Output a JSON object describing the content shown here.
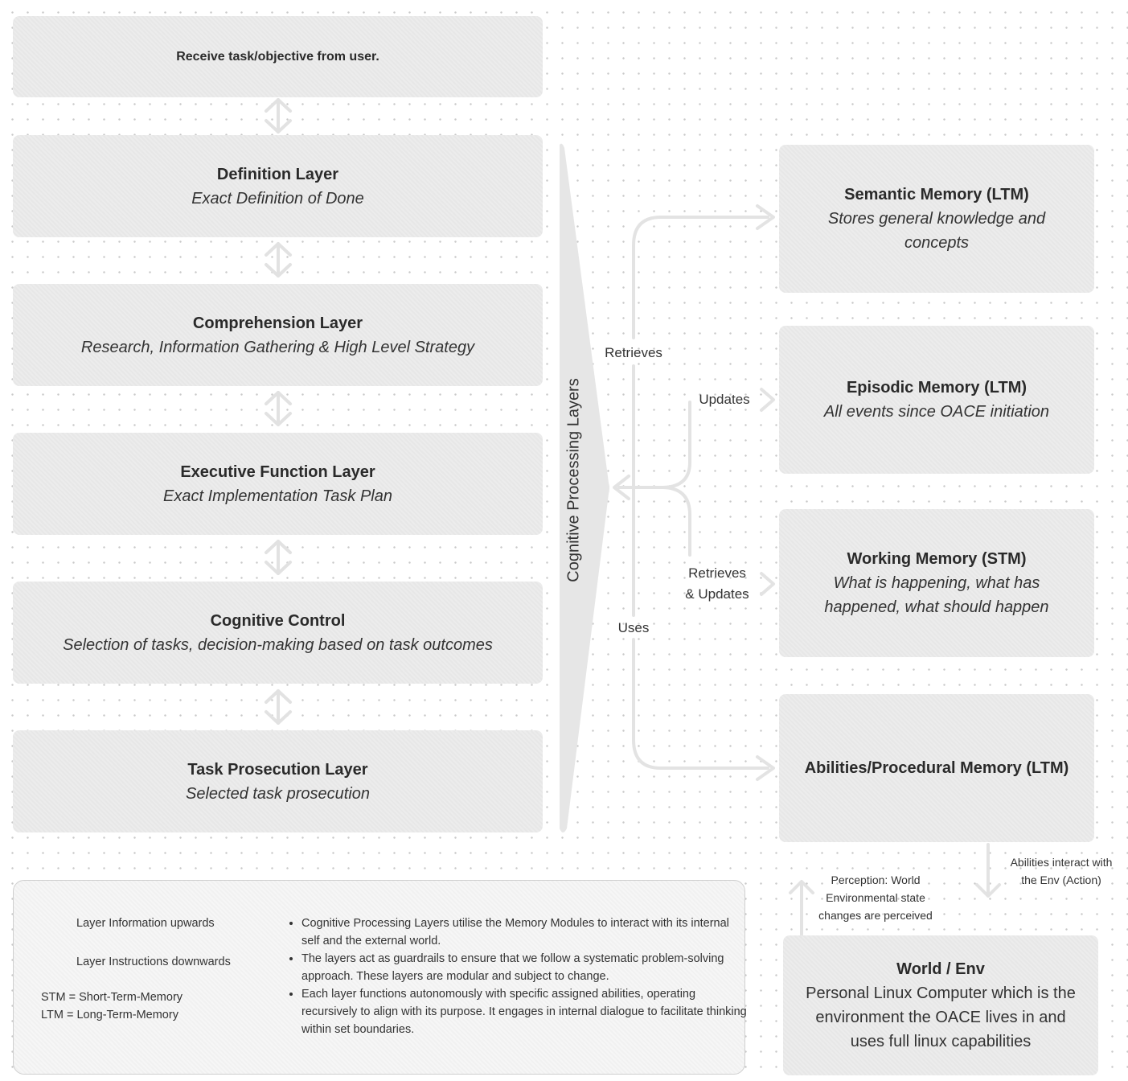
{
  "receive": {
    "label": "Receive task/objective from user."
  },
  "layers": [
    {
      "title": "Definition Layer",
      "subtitle": "Exact Definition of Done"
    },
    {
      "title": "Comprehension Layer",
      "subtitle": "Research, Information Gathering & High Level Strategy"
    },
    {
      "title": "Executive Function Layer",
      "subtitle": "Exact Implementation Task Plan"
    },
    {
      "title": "Cognitive Control",
      "subtitle": "Selection of tasks, decision-making based on task outcomes"
    },
    {
      "title": "Task Prosecution Layer",
      "subtitle": "Selected task prosecution"
    }
  ],
  "processing_label": "Cognitive Processing Layers",
  "memories": [
    {
      "title": "Semantic Memory (LTM)",
      "subtitle": "Stores general knowledge and concepts"
    },
    {
      "title": "Episodic Memory (LTM)",
      "subtitle": "All events since OACE initiation"
    },
    {
      "title": "Working Memory (STM)",
      "subtitle": "What is happening, what has happened, what should happen"
    },
    {
      "title": "Abilities/Procedural Memory (LTM)",
      "subtitle": ""
    }
  ],
  "edges": {
    "retrieves": "Retrieves",
    "updates": "Updates",
    "retrieves_updates_1": "Retrieves",
    "retrieves_updates_2": "& Updates",
    "uses": "Uses",
    "action_1": "Abilities interact with",
    "action_2": "the Env (Action)",
    "perception_1": "Perception: World",
    "perception_2": "Environmental state",
    "perception_3": "changes are perceived"
  },
  "world": {
    "title": "World / Env",
    "subtitle": "Personal Linux Computer which is the environment the OACE lives in and uses full linux capabilities"
  },
  "legend": {
    "upwards": "Layer Information upwards",
    "downwards": "Layer Instructions downwards",
    "stm": "STM = Short-Term-Memory",
    "ltm": "LTM = Long-Term-Memory",
    "notes": [
      "Cognitive Processing Layers utilise the Memory Modules to interact with its internal self and the external world.",
      "The layers act as guardrails to ensure that we follow a systematic problem-solving approach. These layers are modular and subject to change.",
      "Each layer functions autonomously with specific assigned abilities, operating recursively to align with its purpose. It engages in internal dialogue to facilitate thinking within set boundaries."
    ]
  }
}
